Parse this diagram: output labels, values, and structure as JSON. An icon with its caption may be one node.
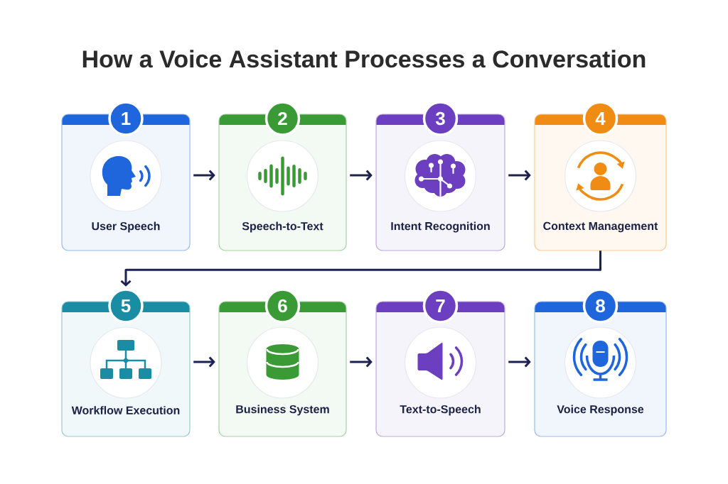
{
  "diagram": {
    "title": "How a Voice Assistant Processes a Conversation",
    "nodes": [
      {
        "text": [
          "1",
          "User Speech"
        ]
      },
      {
        "text": [
          "2",
          "Speech-to-Text"
        ]
      },
      {
        "text": [
          "3",
          "Intent Recognition"
        ]
      },
      {
        "text": [
          "4",
          "Context Management"
        ]
      },
      {
        "text": [
          "5",
          "Workflow Execution"
        ]
      },
      {
        "text": [
          "6",
          "Business System"
        ]
      },
      {
        "text": [
          "7",
          "Text-to-Speech"
        ]
      },
      {
        "text": [
          "8",
          "Voice Response"
        ]
      }
    ],
    "edges": [
      {
        "from": 0,
        "to": 1,
        "arrow": "to"
      },
      {
        "from": 1,
        "to": 2,
        "arrow": "to"
      },
      {
        "from": 2,
        "to": 3,
        "arrow": "to"
      },
      {
        "from": 3,
        "to": 4,
        "arrow": "to"
      },
      {
        "from": 4,
        "to": 5,
        "arrow": "to"
      },
      {
        "from": 5,
        "to": 6,
        "arrow": "to"
      },
      {
        "from": 6,
        "to": 7,
        "arrow": "to"
      }
    ]
  }
}
